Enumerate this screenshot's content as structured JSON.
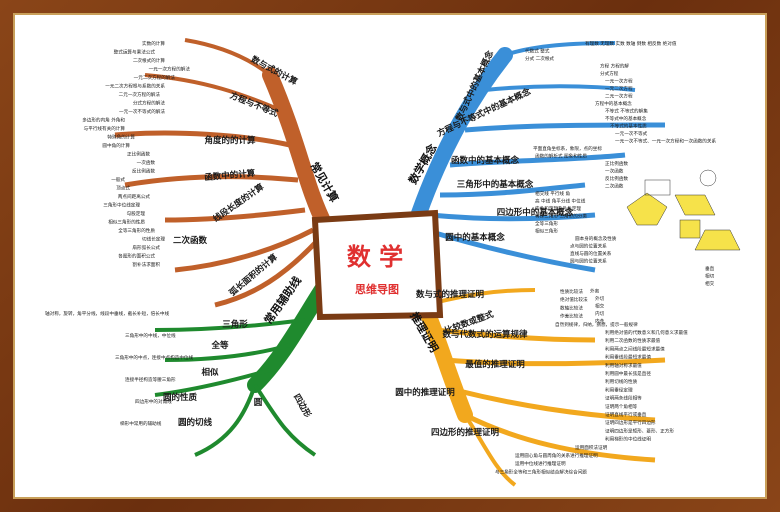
{
  "center": {
    "title": "数 学",
    "subtitle": "思维导图"
  },
  "branches": {
    "orange": {
      "main": "常见计算",
      "color": "#c0602a",
      "subs": [
        "数与式的计算",
        "方程与不等式",
        "角度的的计算",
        "函数中的计算",
        "线段长度的计算",
        "二次函数",
        "弧长面积的计算"
      ],
      "leaves": [
        "实数的计算",
        "整式运算与乘法公式",
        "二次根式的计算",
        "一元一次方程的解法",
        "一元二次方程的解法",
        "一元二次方程根与系数的关系",
        "二元一次方程的解法",
        "分式方程的解法",
        "一元一次不等式的解法",
        "多边形的内角 外角和",
        "与平行线有关的计算",
        "特殊角的计算",
        "圆中角的计算",
        "正比例函数",
        "一次函数",
        "反比例函数",
        "一般式",
        "顶点式",
        "两点间距离公式",
        "三角形中位线定理",
        "勾股定理",
        "相似三角形的性质",
        "全等三角形的性质",
        "切线长定理",
        "扇形弧长公式",
        "各图形的面积公式",
        "割补法求面积"
      ]
    },
    "blue": {
      "main": "数学概念",
      "color": "#3a8fd8",
      "subs": [
        "数与式中的基本概念",
        "方程与不等式中的基本概念",
        "函数中的基本概念",
        "三角形中的基本概念",
        "四边形中的基本概念",
        "圆中的基本概念"
      ],
      "leaves": [
        "有理数 无理数 实数 数轴 倒数 相反数 绝对值",
        "代数式 整式",
        "分式 二次根式",
        "方程 方程的解",
        "分式方程",
        "一元一次方程",
        "一元二次方程",
        "二元一次方程",
        "方程中的基本概念",
        "不等式 不等式的解集",
        "不等式中的基本概念",
        "不等式的基本性质",
        "一元一次不等式",
        "一元一次不等式、一元一次方程和一次函数的关系",
        "平面直角坐标系，象限，点的坐标",
        "函数的解析式 图象和性质",
        "正比例函数",
        "一次函数",
        "反比例函数",
        "二次函数",
        "相交线 平行线 角",
        "高 中线 角平分线 中位线",
        "内角和定理及外角定理",
        "特殊三角形 三角形的分类",
        "全等三角形",
        "相似三角形",
        "圆本身的概念及性质",
        "点与圆的位置关系",
        "直线与圆的位置关系",
        "圆与圆的位置关系",
        "垂直",
        "相切",
        "相交",
        "外离",
        "外切",
        "相交",
        "内切",
        "内含"
      ]
    },
    "green": {
      "main": "常用辅助线",
      "color": "#1f8a2e",
      "subs": [
        "三角形",
        "全等",
        "相似",
        "圆",
        "圆的性质",
        "圆的切线",
        "四边形"
      ],
      "leaves": [
        "轴对称，旋转，角平分线，线段中垂线，截长补短，倍长中线",
        "三角形中的中线，中位线",
        "三角形中的中点，连接中点构造中位线",
        "连接半径构造等腰三角形",
        "四边形中的对角线",
        "梯形中常用的辅助线"
      ]
    },
    "yellow": {
      "main": "推理证明",
      "color": "#f2a81e",
      "subs": [
        "数与式的推理证明",
        "比较数或整式",
        "数与代数式的运算规律",
        "最值的推理证明",
        "圆中的推理证明",
        "四边形的推理证明"
      ],
      "leaves": [
        "性质比较法",
        "绝对值比较法",
        "数轴比较法",
        "作差比较法",
        "自然到规律，归纳，猜想，提示一般规律",
        "利用绝对值的代数意义和几何意义求最值",
        "利用二次函数的性质求最值",
        "利用两点之间线段最短求最值",
        "利用垂线段最短求最值",
        "利用轴对称求最值",
        "利用圆中最长弦是直径",
        "利用切线的性质",
        "利用垂径定理",
        "证明两条线段相等",
        "证明两个角相等",
        "证明直线平行或垂直",
        "证明四边形是平行四边形",
        "证明四边形是矩形、菱形、正方形",
        "利用梯形的中位线证明",
        "运用面积法证明",
        "运用圆心角与圆周角的关系进行推理证明",
        "运用中位线进行推理证明",
        "与三角形全等和三角形相似结合解决综合问题"
      ]
    }
  }
}
